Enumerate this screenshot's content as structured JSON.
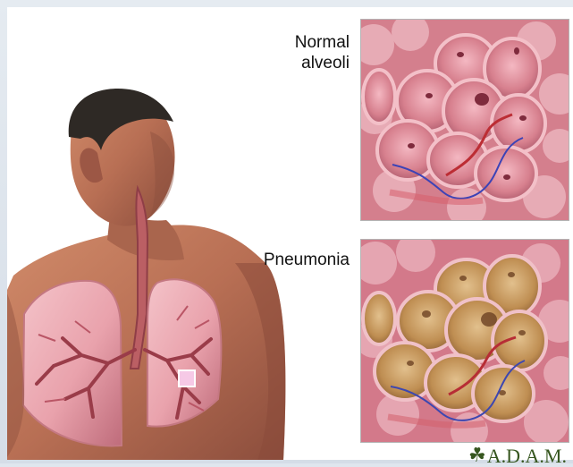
{
  "labels": {
    "normal": "Normal\nalveoli",
    "pneumonia": "Pneumonia"
  },
  "logo": {
    "text": "A.D.A.M."
  },
  "colors": {
    "background": "#dfe6ee",
    "tissue": "#dc8795",
    "tissue_dark": "#a94f62",
    "fluid": "#c49657",
    "skin": "#b36a52",
    "hair": "#2e2925",
    "logo": "#36561f"
  }
}
